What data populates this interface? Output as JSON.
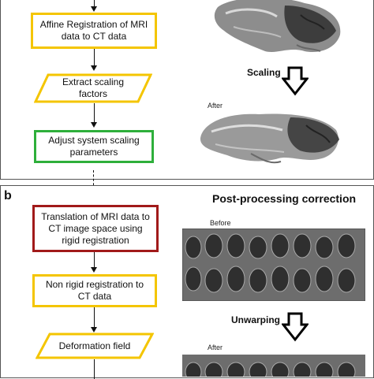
{
  "panel_a": {
    "boxes": {
      "affine": "Affine Registration of MRI data to CT data",
      "extract": "Extract scaling factors",
      "adjust": "Adjust system scaling parameters"
    },
    "scaling_label": "Scaling",
    "after_label": "After"
  },
  "panel_b": {
    "letter": "b",
    "title": "Post-processing correction",
    "boxes": {
      "translation": "Translation of MRI data to CT image space using rigid registration",
      "nonrigid": "Non rigid registration to CT data",
      "deformation": "Deformation field"
    },
    "before_label": "Before",
    "unwarping_label": "Unwarping",
    "after_label": "After"
  },
  "colors": {
    "yellow": "#f4c500",
    "green": "#2eaf3b",
    "red": "#a11a1a"
  }
}
